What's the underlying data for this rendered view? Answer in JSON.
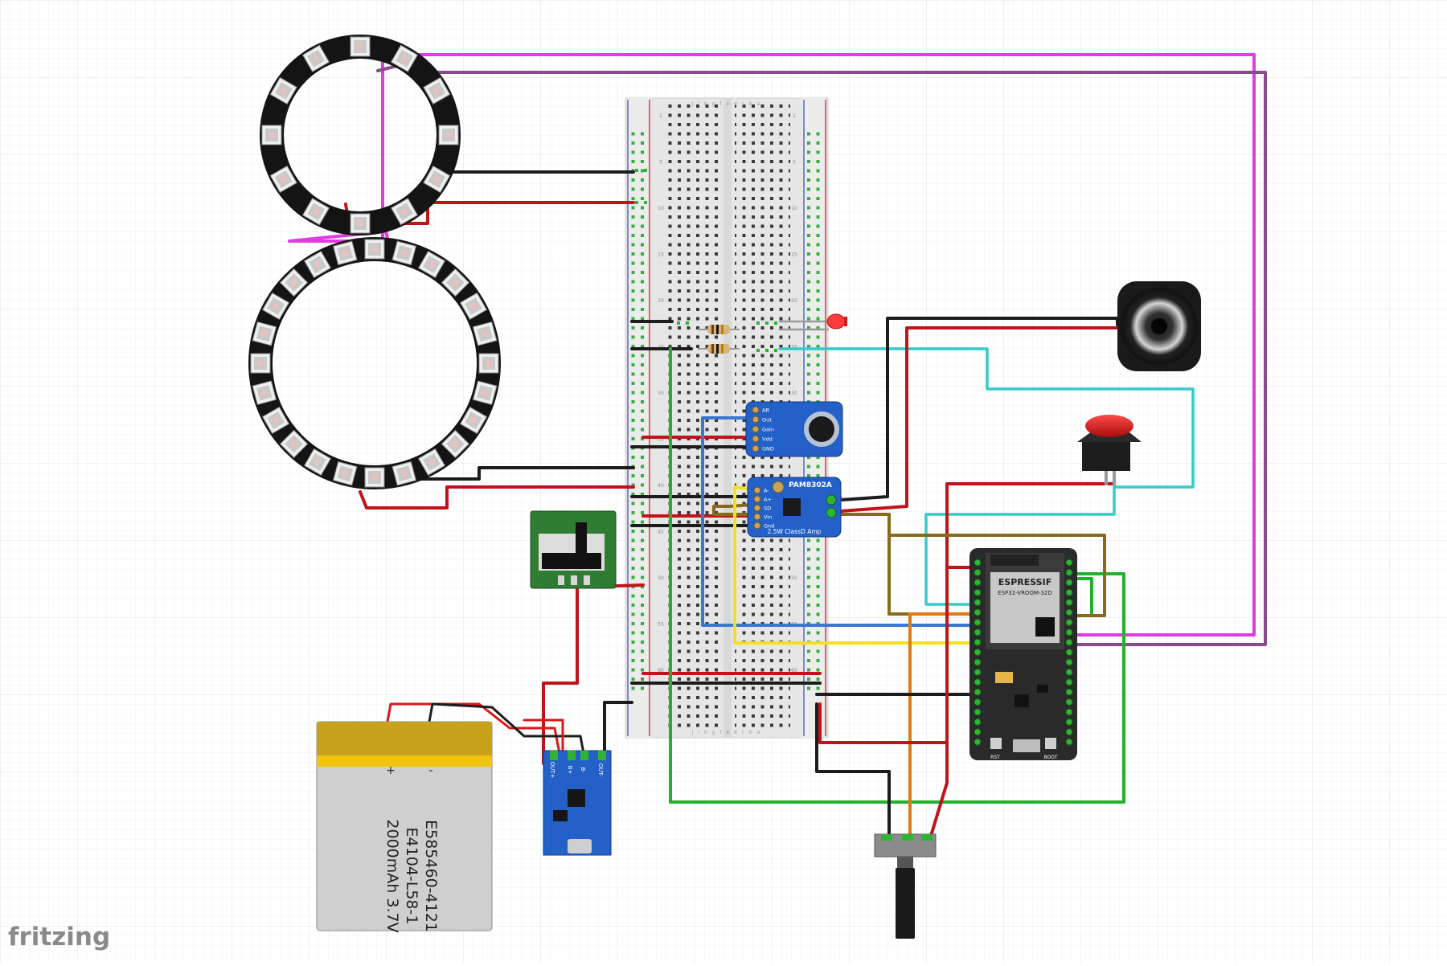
{
  "app": {
    "watermark": "fritzing"
  },
  "colors": {
    "grid": "#e3e8ef",
    "wire_magenta": "#e23ce0",
    "wire_purple": "#8a4b8d",
    "wire_black": "#1c1c1c",
    "wire_red": "#c0141a",
    "wire_cyan": "#36c9cc",
    "wire_green": "#23b02c",
    "wire_blue": "#3a77d3",
    "wire_yellow": "#f2e21a",
    "wire_brown": "#8a6a1a",
    "wire_orange": "#e07a14",
    "board_blue": "#2361c8",
    "board_green": "#2e7d32",
    "battery_gold": "#c9a21b"
  },
  "battery": {
    "line1": "E585460-4121",
    "line2": "E4104-L58-1",
    "line3": "2000mAh 3.7V",
    "plus": "+",
    "minus": "-"
  },
  "charger": {
    "pins": [
      "OUT+",
      "B+",
      "B-",
      "OUT-"
    ]
  },
  "mic": {
    "pins": [
      "AR",
      "Out",
      "Gain",
      "Vdd",
      "GND"
    ]
  },
  "amp": {
    "title": "PAM8302A",
    "subtitle": "2.5W ClassD Amp",
    "pins": [
      "A-",
      "A+",
      "SD",
      "Vin",
      "Gnd"
    ]
  },
  "esp32": {
    "brand": "ESPRESSIF",
    "model": "ESP32-VROOM-32D",
    "btn_rst": "RST",
    "btn_boot": "BOOT"
  },
  "breadboard": {
    "top_letters": "j i h g f   e d c b a",
    "row_numbers": [
      "1",
      "5",
      "10",
      "15",
      "20",
      "25",
      "30",
      "35",
      "40",
      "45",
      "50",
      "55",
      "60"
    ]
  }
}
